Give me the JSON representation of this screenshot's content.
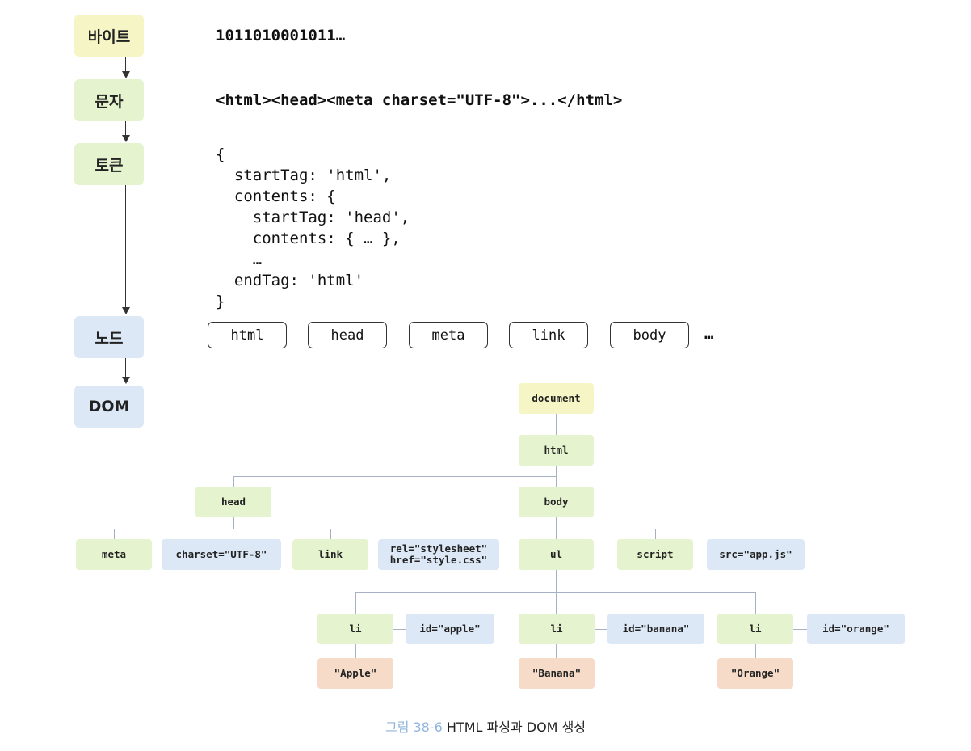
{
  "stages": [
    "바이트",
    "문자",
    "토큰",
    "노드",
    "DOM"
  ],
  "bytes_text": "1011010001011…",
  "chars_text": "<html><head><meta charset=\"UTF-8\">...</html>",
  "token_lines": [
    "{",
    "  startTag: 'html',",
    "  contents: {",
    "    startTag: 'head',",
    "    contents: { … },",
    "    …",
    "  endTag: 'html'",
    "}"
  ],
  "node_tokens": [
    "html",
    "head",
    "meta",
    "link",
    "body"
  ],
  "node_tokens_more": "…",
  "dom_tree": {
    "document": "document",
    "html": "html",
    "head": "head",
    "body": "body",
    "meta": "meta",
    "meta_attr": "charset=\"UTF-8\"",
    "link": "link",
    "link_attr": "rel=\"stylesheet\"\nhref=\"style.css\"",
    "ul": "ul",
    "script": "script",
    "script_attr": "src=\"app.js\"",
    "li": "li",
    "li_attrs": [
      "id=\"apple\"",
      "id=\"banana\"",
      "id=\"orange\""
    ],
    "li_texts": [
      "\"Apple\"",
      "\"Banana\"",
      "\"Orange\""
    ]
  },
  "caption": {
    "label": "그림 38-6",
    "text": "HTML 파싱과 DOM 생성"
  },
  "colors": {
    "bytes_stage": "#f5f5c6",
    "chars_stage": "#e6f3cf",
    "token_stage": "#e6f3cf",
    "node_stage": "#dce8f6",
    "dom_stage": "#dce8f6",
    "element_node": "#e6f3cf",
    "attribute_node": "#dce8f6",
    "text_node": "#f6dcc8",
    "document_node": "#f5f5c6",
    "caption_label": "#8fb4dd"
  }
}
